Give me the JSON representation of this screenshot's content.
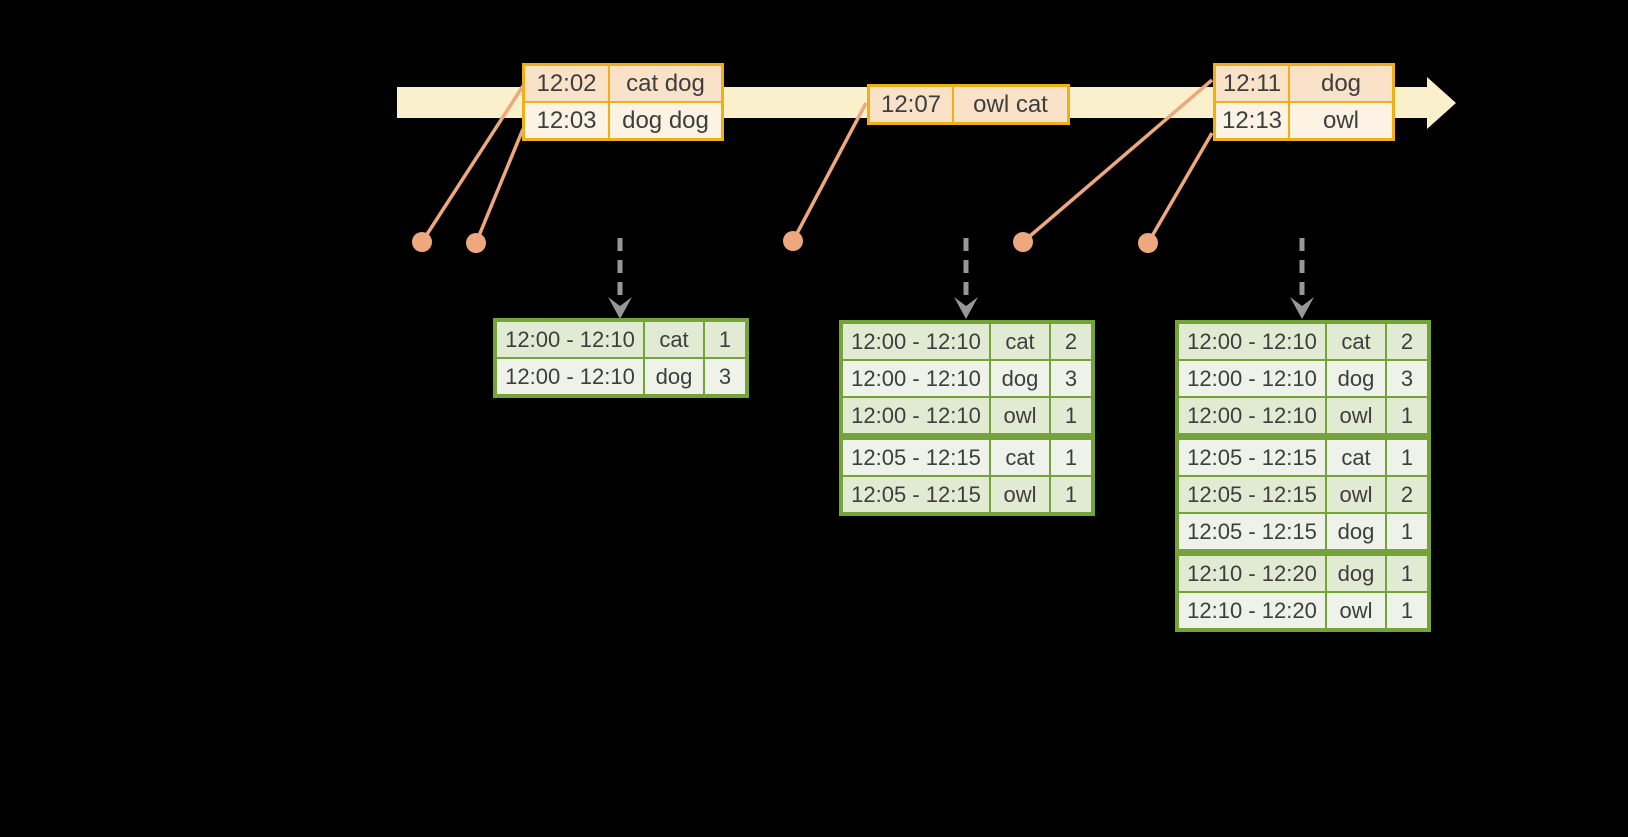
{
  "colors": {
    "canvas_bg": "#000000",
    "timeline_band": "#FAF0CB",
    "event_table_border": "#F0B013",
    "event_row_peach": "#F9E2C7",
    "event_row_cream": "#FCF3E4",
    "connector_salmon": "#EEA87E",
    "trigger_arrow_gray": "#979797",
    "result_table_border": "#74A437",
    "result_row_dark": "#E1EAD2",
    "result_row_light": "#EFF2E8",
    "text": "#3E3E3E"
  },
  "timeline": {
    "events": [
      {
        "time": "12:02",
        "words": "cat dog"
      },
      {
        "time": "12:03",
        "words": "dog dog"
      },
      {
        "time": "12:07",
        "words": "owl cat"
      },
      {
        "time": "12:11",
        "words": "dog"
      },
      {
        "time": "12:13",
        "words": "owl"
      }
    ]
  },
  "result_tables": {
    "t1": {
      "rows": [
        {
          "window": "12:00 - 12:10",
          "word": "cat",
          "count": "1"
        },
        {
          "window": "12:00 - 12:10",
          "word": "dog",
          "count": "3"
        }
      ]
    },
    "t2": {
      "rows": [
        {
          "window": "12:00 - 12:10",
          "word": "cat",
          "count": "2"
        },
        {
          "window": "12:00 - 12:10",
          "word": "dog",
          "count": "3"
        },
        {
          "window": "12:00 - 12:10",
          "word": "owl",
          "count": "1"
        },
        {
          "window": "12:05 - 12:15",
          "word": "cat",
          "count": "1"
        },
        {
          "window": "12:05 - 12:15",
          "word": "owl",
          "count": "1"
        }
      ]
    },
    "t3": {
      "rows": [
        {
          "window": "12:00 - 12:10",
          "word": "cat",
          "count": "2"
        },
        {
          "window": "12:00 - 12:10",
          "word": "dog",
          "count": "3"
        },
        {
          "window": "12:00 - 12:10",
          "word": "owl",
          "count": "1"
        },
        {
          "window": "12:05 - 12:15",
          "word": "cat",
          "count": "1"
        },
        {
          "window": "12:05 - 12:15",
          "word": "owl",
          "count": "2"
        },
        {
          "window": "12:05 - 12:15",
          "word": "dog",
          "count": "1"
        },
        {
          "window": "12:10 - 12:20",
          "word": "dog",
          "count": "1"
        },
        {
          "window": "12:10 - 12:20",
          "word": "owl",
          "count": "1"
        }
      ]
    }
  }
}
